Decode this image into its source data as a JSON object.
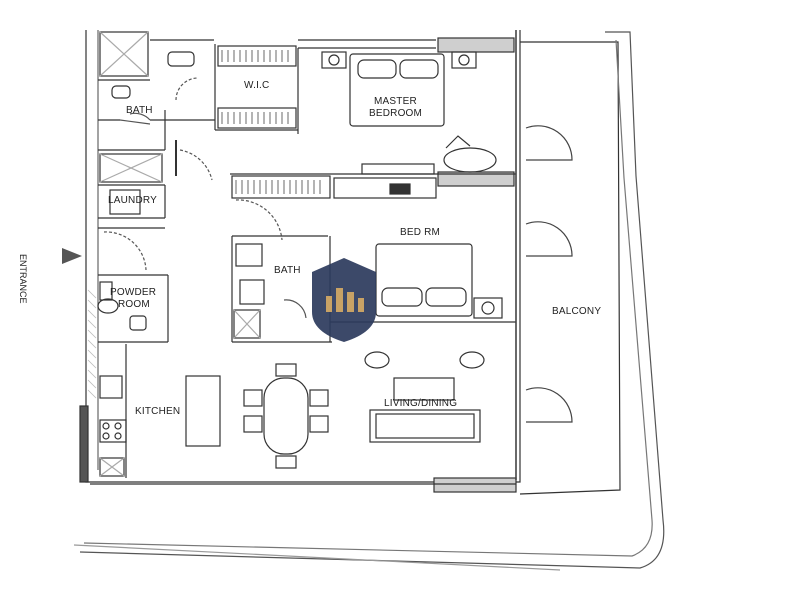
{
  "rooms": {
    "wic": "W.I.C",
    "master_line1": "MASTER",
    "master_line2": "BEDROOM",
    "bath_top": "BATH",
    "laundry": "LAUNDRY",
    "bedroom": "BED RM",
    "bath_mid": "BATH",
    "powder_line1": "POWDER",
    "powder_line2": "ROOM",
    "kitchen": "KITCHEN",
    "living_dining": "LIVING/DINING",
    "balcony": "BALCONY"
  },
  "entrance_label": "ENTRANCE",
  "colors": {
    "wall": "#333333",
    "line": "#555555",
    "shield": "#2b3a5c",
    "shield_accent": "#c8a265",
    "glass": "#9a9a9a"
  },
  "icons": [
    "entrance-arrow-icon",
    "brand-shield-logo"
  ]
}
